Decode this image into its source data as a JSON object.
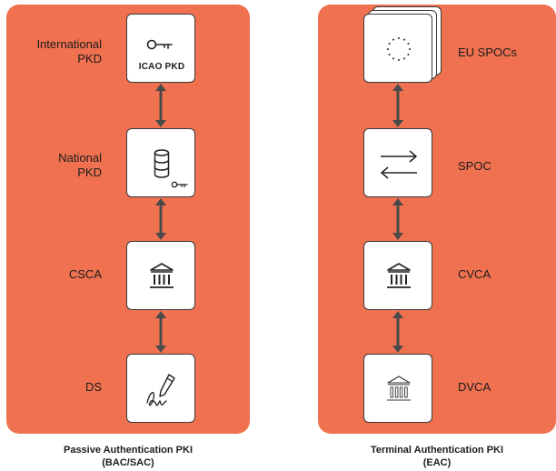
{
  "left_panel": {
    "caption_line1": "Passive Authentication PKI",
    "caption_line2": "(BAC/SAC)",
    "nodes": [
      {
        "label": "International\nPKD",
        "icon": "key-icon",
        "inner_text": "ICAO PKD"
      },
      {
        "label": "National\nPKD",
        "icon": "database-key-icon"
      },
      {
        "label": "CSCA",
        "icon": "bank-icon"
      },
      {
        "label": "DS",
        "icon": "pen-signature-icon"
      }
    ]
  },
  "right_panel": {
    "caption_line1": "Terminal Authentication PKI",
    "caption_line2": "(EAC)",
    "nodes": [
      {
        "label": "EU SPOCs",
        "icon": "eu-stars-icon"
      },
      {
        "label": "SPOC",
        "icon": "exchange-arrows-icon"
      },
      {
        "label": "CVCA",
        "icon": "bank-icon"
      },
      {
        "label": "DVCA",
        "icon": "bank-outline-icon"
      }
    ]
  },
  "colors": {
    "panel": "#f07150",
    "connector": "#4a4a4a"
  }
}
